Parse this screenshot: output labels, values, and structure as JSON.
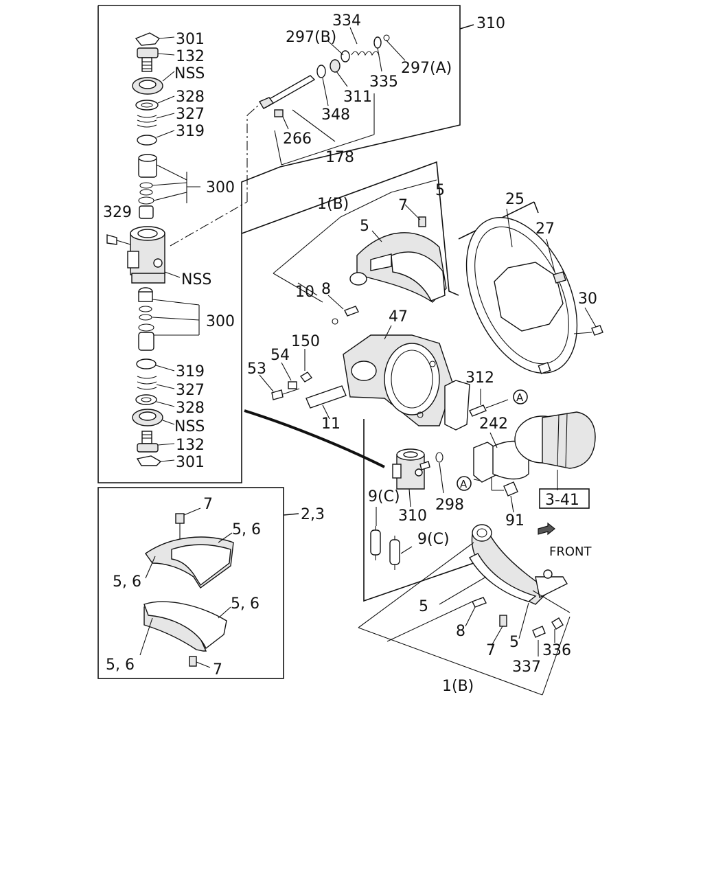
{
  "labels": {
    "p301a": "301",
    "p132a": "132",
    "nssa": "NSS",
    "p328a": "328",
    "p327a": "327",
    "p319a": "319",
    "p300a": "300",
    "p329": "329",
    "nssb": "NSS",
    "p300b": "300",
    "p319b": "319",
    "p327b": "327",
    "p328b": "328",
    "nssc": "NSS",
    "p132b": "132",
    "p301b": "301",
    "p334": "334",
    "p297b": "297(B)",
    "p310a": "310",
    "p297a": "297(A)",
    "p335": "335",
    "p311": "311",
    "p348": "348",
    "p266": "266",
    "p178": "178",
    "p1ba": "1(B)",
    "p7a": "7",
    "p5a": "5",
    "p5b": "5",
    "p10": "10",
    "p8a": "8",
    "p25": "25",
    "p27": "27",
    "p30": "30",
    "p47": "47",
    "p150": "150",
    "p54": "54",
    "p53": "53",
    "p11": "11",
    "p312": "312",
    "circA1": "A",
    "p242": "242",
    "p341": "3-41",
    "circA2": "A",
    "p91": "91",
    "p298": "298",
    "p310b": "310",
    "p9ca": "9(C)",
    "p9cb": "9(C)",
    "front": "FRONT",
    "p7b": "7",
    "p23": "2,3",
    "p56a": "5, 6",
    "p56b": "5, 6",
    "p56c": "5, 6",
    "p56d": "5, 6",
    "p7c": "7",
    "p5c": "5",
    "p8b": "8",
    "p7d": "7",
    "p5d": "5",
    "p337": "337",
    "p336": "336",
    "p1bb": "1(B)"
  }
}
